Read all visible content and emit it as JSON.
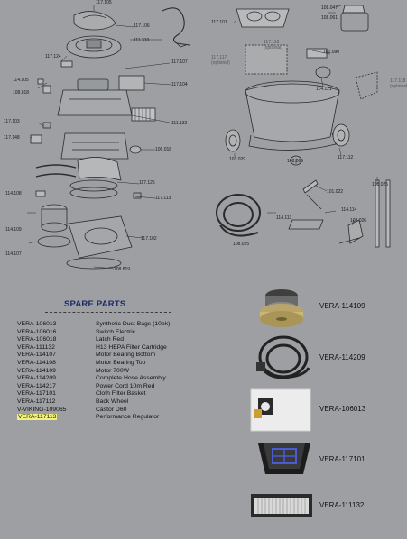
{
  "diagram": {
    "callouts_left": [
      "117.105",
      "117.106",
      "111.310",
      "117.124",
      "117.107",
      "114.105",
      "108.818",
      "117.104",
      "117.103",
      "111.132",
      "117.148",
      "106.018",
      "117.125",
      "114.108",
      "117.113",
      "114.109",
      "117.102",
      "114.107",
      "108.819"
    ],
    "callouts_right": [
      "117.101",
      "108.047",
      "108.061",
      "101.090",
      "114.121",
      "101.029",
      "108.065",
      "117.112",
      "101.022",
      "108.025",
      "114.113",
      "114.114",
      "108.026",
      "108.025"
    ],
    "optional_labels": [
      "117.117",
      "117.118",
      "117.116"
    ],
    "optional_sublabel": "(optional)"
  },
  "spare_parts": {
    "title": "SPARE PARTS",
    "rows": [
      {
        "code": "VERA-106013",
        "desc": "Synthetic Dust Bags (10pk)"
      },
      {
        "code": "VERA-106016",
        "desc": "Switch Electric"
      },
      {
        "code": "VERA-106018",
        "desc": "Latch Red"
      },
      {
        "code": "VERA-111132",
        "desc": "H13 HEPA Filter Cartridge"
      },
      {
        "code": "VERA-114107",
        "desc": "Motor Bearing Bottom"
      },
      {
        "code": "VERA-114108",
        "desc": "Motor Bearing Top"
      },
      {
        "code": "VERA-114109",
        "desc": "Motor 700W"
      },
      {
        "code": "VERA-114209",
        "desc": "Complete Hose Assembly"
      },
      {
        "code": "VERA-114217",
        "desc": "Power Cord 10m Red"
      },
      {
        "code": "VERA-117101",
        "desc": "Cloth Filter Basket"
      },
      {
        "code": "VERA-117112",
        "desc": "Back Wheel"
      },
      {
        "code": "V-VIKING-109065",
        "desc": "Castor D60"
      },
      {
        "code": "VERA-117113",
        "desc": "Performance Regulator"
      }
    ],
    "highlight_color": "#f2f27a"
  },
  "photos": [
    {
      "label": "VERA-114109",
      "icon": "motor-photo-icon"
    },
    {
      "label": "VERA-114209",
      "icon": "hose-photo-icon"
    },
    {
      "label": "VERA-106013",
      "icon": "dust-bag-photo-icon"
    },
    {
      "label": "VERA-117101",
      "icon": "filter-basket-photo-icon"
    },
    {
      "label": "VERA-111132",
      "icon": "hepa-filter-photo-icon"
    }
  ]
}
